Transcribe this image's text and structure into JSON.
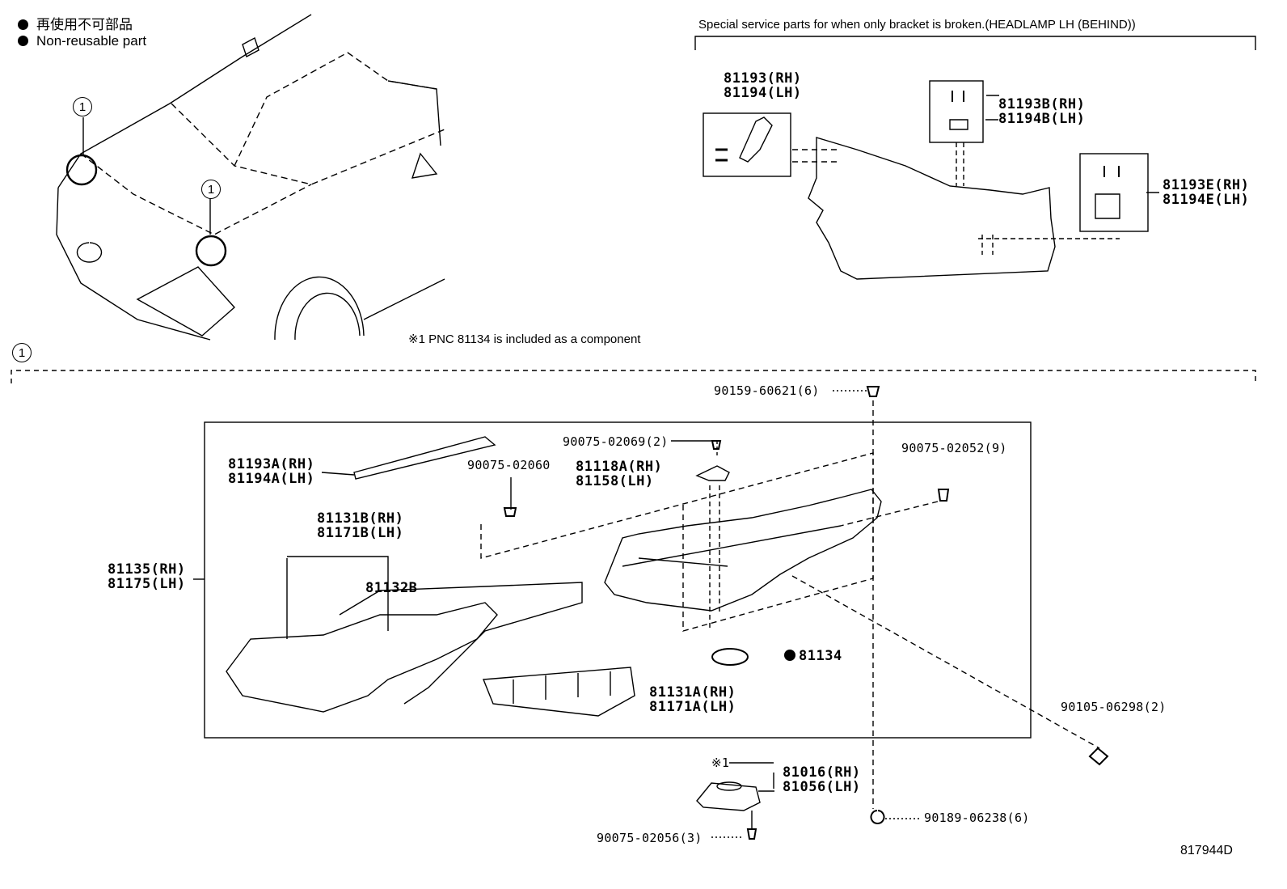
{
  "legend": {
    "jp_text": "再使用不可部品",
    "en_text": "Non-reusable part"
  },
  "callout_number": "1",
  "special_service_header": "Special service parts for when only bracket is broken.(HEADLAMP LH (BEHIND))",
  "note": "※1 PNC 81134 is included as a component",
  "diagram_id": "817944D",
  "labels": {
    "p81193": [
      "81193(RH)",
      "81194(LH)"
    ],
    "p81193B": [
      "81193B(RH)",
      "81194B(LH)"
    ],
    "p81193E": [
      "81193E(RH)",
      "81194E(LH)"
    ],
    "p81193A": [
      "81193A(RH)",
      "81194A(LH)"
    ],
    "p81118A": [
      "81118A(RH)",
      "81158(LH)"
    ],
    "p81131B": [
      "81131B(RH)",
      "81171B(LH)"
    ],
    "p81132B": "81132B",
    "p81135": [
      "81135(RH)",
      "81175(LH)"
    ],
    "p81134": "81134",
    "p81131A": [
      "81131A(RH)",
      "81171A(LH)"
    ],
    "p81016": [
      "81016(RH)",
      "81056(LH)"
    ],
    "ref1": "※1",
    "b90159": "90159-60621(6)",
    "b90075_02069": "90075-02069(2)",
    "b90075_02060": "90075-02060",
    "b90075_02052": "90075-02052(9)",
    "b90105": "90105-06298(2)",
    "b90189": "90189-06238(6)",
    "b90075_02056": "90075-02056(3)"
  },
  "colors": {
    "ink": "#000000",
    "background": "#ffffff"
  }
}
